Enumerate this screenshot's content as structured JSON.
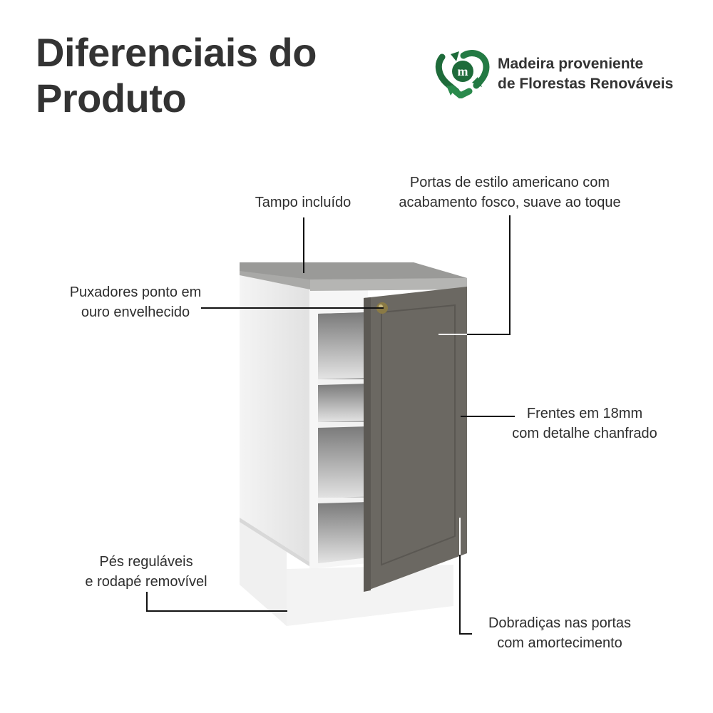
{
  "header": {
    "title_line1": "Diferenciais do",
    "title_line2": "Produto"
  },
  "badge": {
    "icon": "recycle-heart-m-icon",
    "color": "#1e6b3a",
    "line1": "Madeira proveniente",
    "line2": "de Florestas Renováveis"
  },
  "callouts": {
    "tampo": {
      "line1": "Tampo incluído"
    },
    "portas": {
      "line1": "Portas de estilo americano com",
      "line2": "acabamento fosco, suave ao toque"
    },
    "puxadores": {
      "line1": "Puxadores ponto em",
      "line2": "ouro envelhecido"
    },
    "frentes": {
      "line1": "Frentes em 18mm",
      "line2": "com detalhe chanfrado"
    },
    "pes": {
      "line1": "Pés reguláveis",
      "line2": "e rodapé removível"
    },
    "dobradicas": {
      "line1": "Dobradiças nas portas",
      "line2": "com amortecimento"
    }
  },
  "colors": {
    "door": "#6b6862",
    "countertop": "#a8a8a6",
    "body": "#ececec",
    "handle": "#8a7a45"
  }
}
